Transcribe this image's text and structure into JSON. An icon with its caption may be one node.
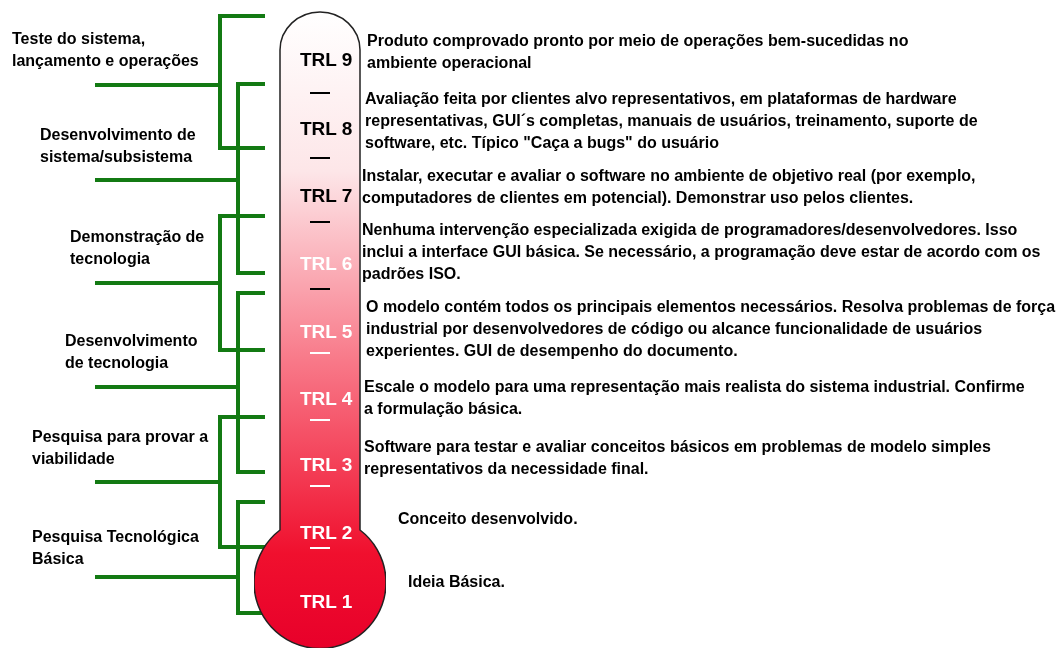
{
  "diagram": {
    "nodes": [
      {
        "text": [
          "TRL 9",
          "TRL 8",
          "TRL 7",
          "TRL 6",
          "TRL 5",
          "TRL 4",
          "TRL 3",
          "TRL 2",
          "TRL 1"
        ]
      }
    ],
    "edges": [],
    "labels": [
      "Teste do sistema, lançamento e operações",
      "Produto comprovado pronto por meio de operações bem-sucedidas no ambiente operacional",
      "Avaliação feita por clientes alvo representativos, em plataformas de hardware representativas, GUI´s completas, manuais de usuários, treinamento, suporte de software, etc. Típico \"Caça a bugs\" do usuário",
      "Desenvolvimento de sistema/subsistema",
      "Instalar, executar e avaliar o software no ambiente de objetivo real (por exemplo, computadores de clientes em potencial). Demonstrar uso pelos clientes.",
      "Demonstração de tecnologia",
      "Nenhuma intervenção especializada exigida de programadores/desenvolvedores. Isso inclui a interface GUI básica. Se necessário, a programação deve estar de acordo com os padrões ISO.",
      "O modelo contém todos os principais elementos necessários. Resolva problemas de força industrial por desenvolvedores de código ou alcance funcionalidade de usuários experientes. GUI de desempenho do documento.",
      "Desenvolvimento de tecnologia",
      "Escale o modelo para uma representação mais realista do sistema industrial. Confirme a formulação básica.",
      "Pesquisa para provar a viabilidade",
      "Software para testar e avaliar conceitos básicos em problemas de modelo simples representativos da necessidade final.",
      "Conceito desenvolvido.",
      "Pesquisa Tecnológica Básica",
      "Ideia Básica."
    ]
  }
}
